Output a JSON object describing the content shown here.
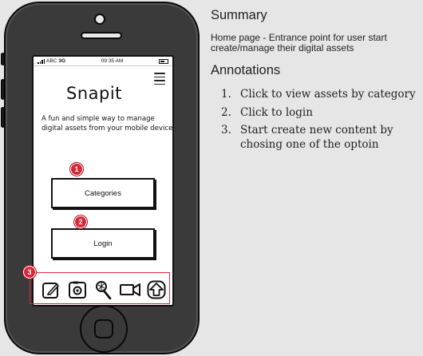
{
  "status_bar": {
    "carrier": "ABC",
    "network": "3G",
    "time": "09:35 AM"
  },
  "app": {
    "title": "Snapit",
    "tagline": "A fun and simple way to manage digital assets from your mobile device",
    "buttons": {
      "categories": "Categories",
      "login": "Login"
    },
    "toolbar_icons": [
      "edit-icon",
      "camera-icon",
      "microphone-icon",
      "video-camera-icon",
      "upload-icon"
    ]
  },
  "markers": [
    "1",
    "2",
    "3"
  ],
  "notes": {
    "summary_heading": "Summary",
    "summary_text": "Home page - Entrance point for user start create/manage their digital assets",
    "annotations_heading": "Annotations",
    "annotations": [
      {
        "num": "1.",
        "text": "Click to view assets by category"
      },
      {
        "num": "2.",
        "text": "Click to login"
      },
      {
        "num": "3.",
        "text": "Start create new content by chosing one of the optoin"
      }
    ]
  },
  "colors": {
    "background": "#e6e6e6",
    "phone_body": "#3a3a3a",
    "marker": "#d42a3a"
  }
}
